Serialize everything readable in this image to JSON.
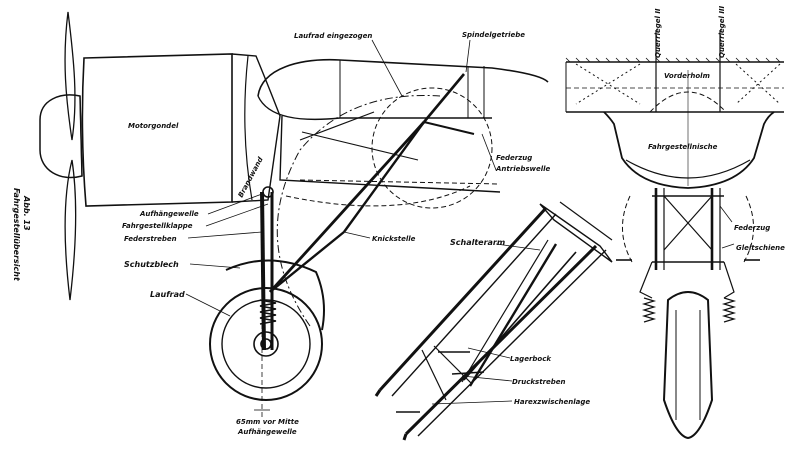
{
  "figure": {
    "caption_line1": "Fahrgestellübersicht",
    "caption_line2": "Abb. 13"
  },
  "labels": {
    "motorgondel": "Motorgondel",
    "laufrad_eingezogen": "Laufrad eingezogen",
    "spindelgetriebe": "Spindelgetriebe",
    "brandwand": "Brandwand",
    "aufhaengewelle": "Aufhängewelle",
    "fahrgestellklappe": "Fahrgestellklappe",
    "federstreben": "Federstreben",
    "schutzblech": "Schutzblech",
    "laufrad": "Laufrad",
    "knickstelle": "Knickstelle",
    "federzug_antriebswelle_1": "Federzug",
    "federzug_antriebswelle_2": "Antriebswelle",
    "schalterarm": "Schalterarm",
    "lagerbock": "Lagerbock",
    "druckstreben": "Druckstreben",
    "harexzwischenlage": "Harexzwischenlage",
    "offset_note_1": "65mm vor Mitte",
    "offset_note_2": "Aufhängewelle",
    "querriegel_2": "Querriegel II",
    "querriegel_3": "Querriegel III",
    "vorderholm": "Vorderholm",
    "fahrgestellnische": "Fahrgestellnische",
    "federzug": "Federzug",
    "gleitschiene": "Gleitschiene"
  }
}
